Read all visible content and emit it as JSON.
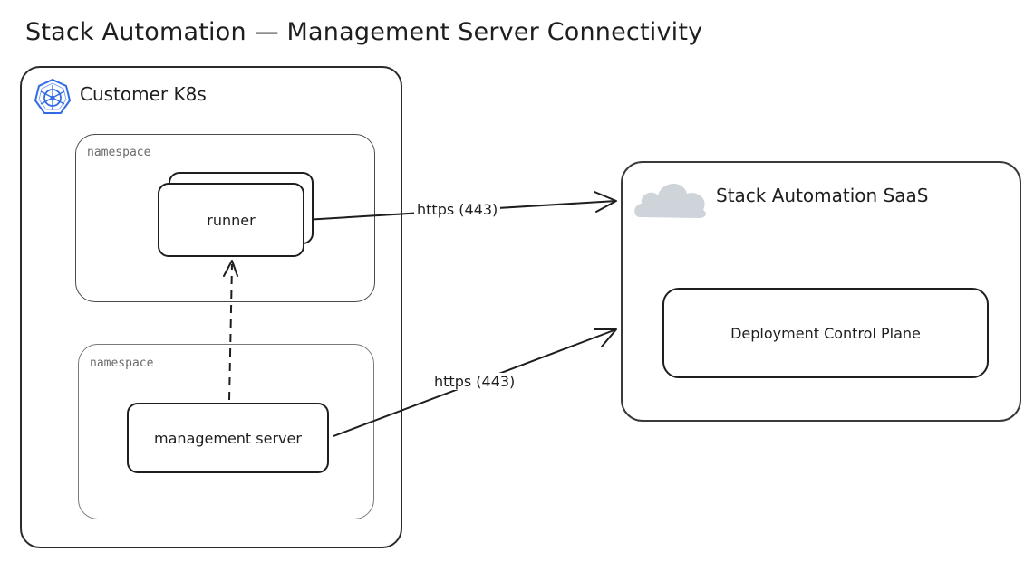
{
  "title": "Stack Automation — Management Server Connectivity",
  "groups": {
    "customer_k8s": {
      "label": "Customer K8s",
      "icon": "kubernetes-icon",
      "icon_color": "#326ce5"
    },
    "saas": {
      "label": "Stack Automation SaaS",
      "icon": "cloud-icon",
      "icon_color": "#ced4da"
    }
  },
  "namespaces": [
    {
      "label": "namespace"
    },
    {
      "label": "namespace"
    }
  ],
  "nodes": {
    "runner": "runner",
    "management_server": "management server",
    "deployment_control_plane": "Deployment Control Plane"
  },
  "edges": [
    {
      "from": "runner",
      "to": "Stack Automation SaaS",
      "label": "https (443)",
      "style": "solid"
    },
    {
      "from": "management server",
      "to": "Stack Automation SaaS",
      "label": "https (443)",
      "style": "solid"
    },
    {
      "from": "management server",
      "to": "runner",
      "label": "",
      "style": "dashed"
    }
  ],
  "colors": {
    "stroke": "#1e1e1e",
    "muted_text": "#6b6b6b"
  }
}
